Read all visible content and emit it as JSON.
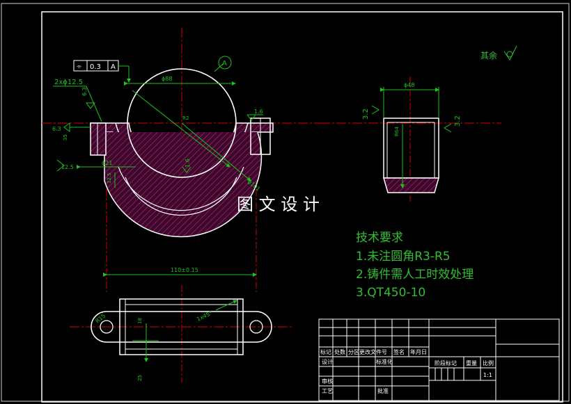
{
  "watermark": "图 文 设 计",
  "surface_finish_note": "其余",
  "tech_requirements": {
    "title": "技术要求",
    "items": [
      "1.未注圆角R3-R5",
      "2.铸件需人工时效处理",
      "3.QT450-10"
    ]
  },
  "front_view": {
    "datum_label": "A",
    "tolerance_value": "0.3",
    "tolerance_datum": "A",
    "hole_callout": "2xϕ12.5",
    "roughness_left_1": "6.3",
    "roughness_left_2": "6.3",
    "roughness_left_3": "12.5",
    "roughness_right": "1.6",
    "roughness_bottom": "1.6",
    "dim_bore": "ϕ21",
    "dim_outer": "ϕ101",
    "dim_height": "12.5",
    "dim_small": "35",
    "dim_top": "ϕ88"
  },
  "side_view": {
    "dim_width": "ϕ48",
    "roughness_left": "3.2",
    "roughness_right": "3.2",
    "dim_inner": "R64"
  },
  "bottom_view": {
    "dim_overall": "110±0.15",
    "chamfer": "1x45°",
    "dim_r": "R15",
    "dim_a": "18",
    "dim_b": "25"
  },
  "title_block": {
    "row_headers": [
      "标记",
      "处数",
      "分区",
      "更改文件号",
      "签名",
      "年月日"
    ],
    "design": "设计",
    "standard": "标准化",
    "stage_mark": "阶段标记",
    "weight": "重量",
    "scale": "比例",
    "scale_value": "1:1",
    "review": "审核",
    "process": "工艺",
    "approve": "批准"
  },
  "colors": {
    "background": "#000000",
    "border": "#ffffff",
    "outline": "#ffffff",
    "dimension": "#19c519",
    "centerline": "#d60000",
    "hatch": "#b0106e",
    "text_green": "#2fbf2f"
  }
}
